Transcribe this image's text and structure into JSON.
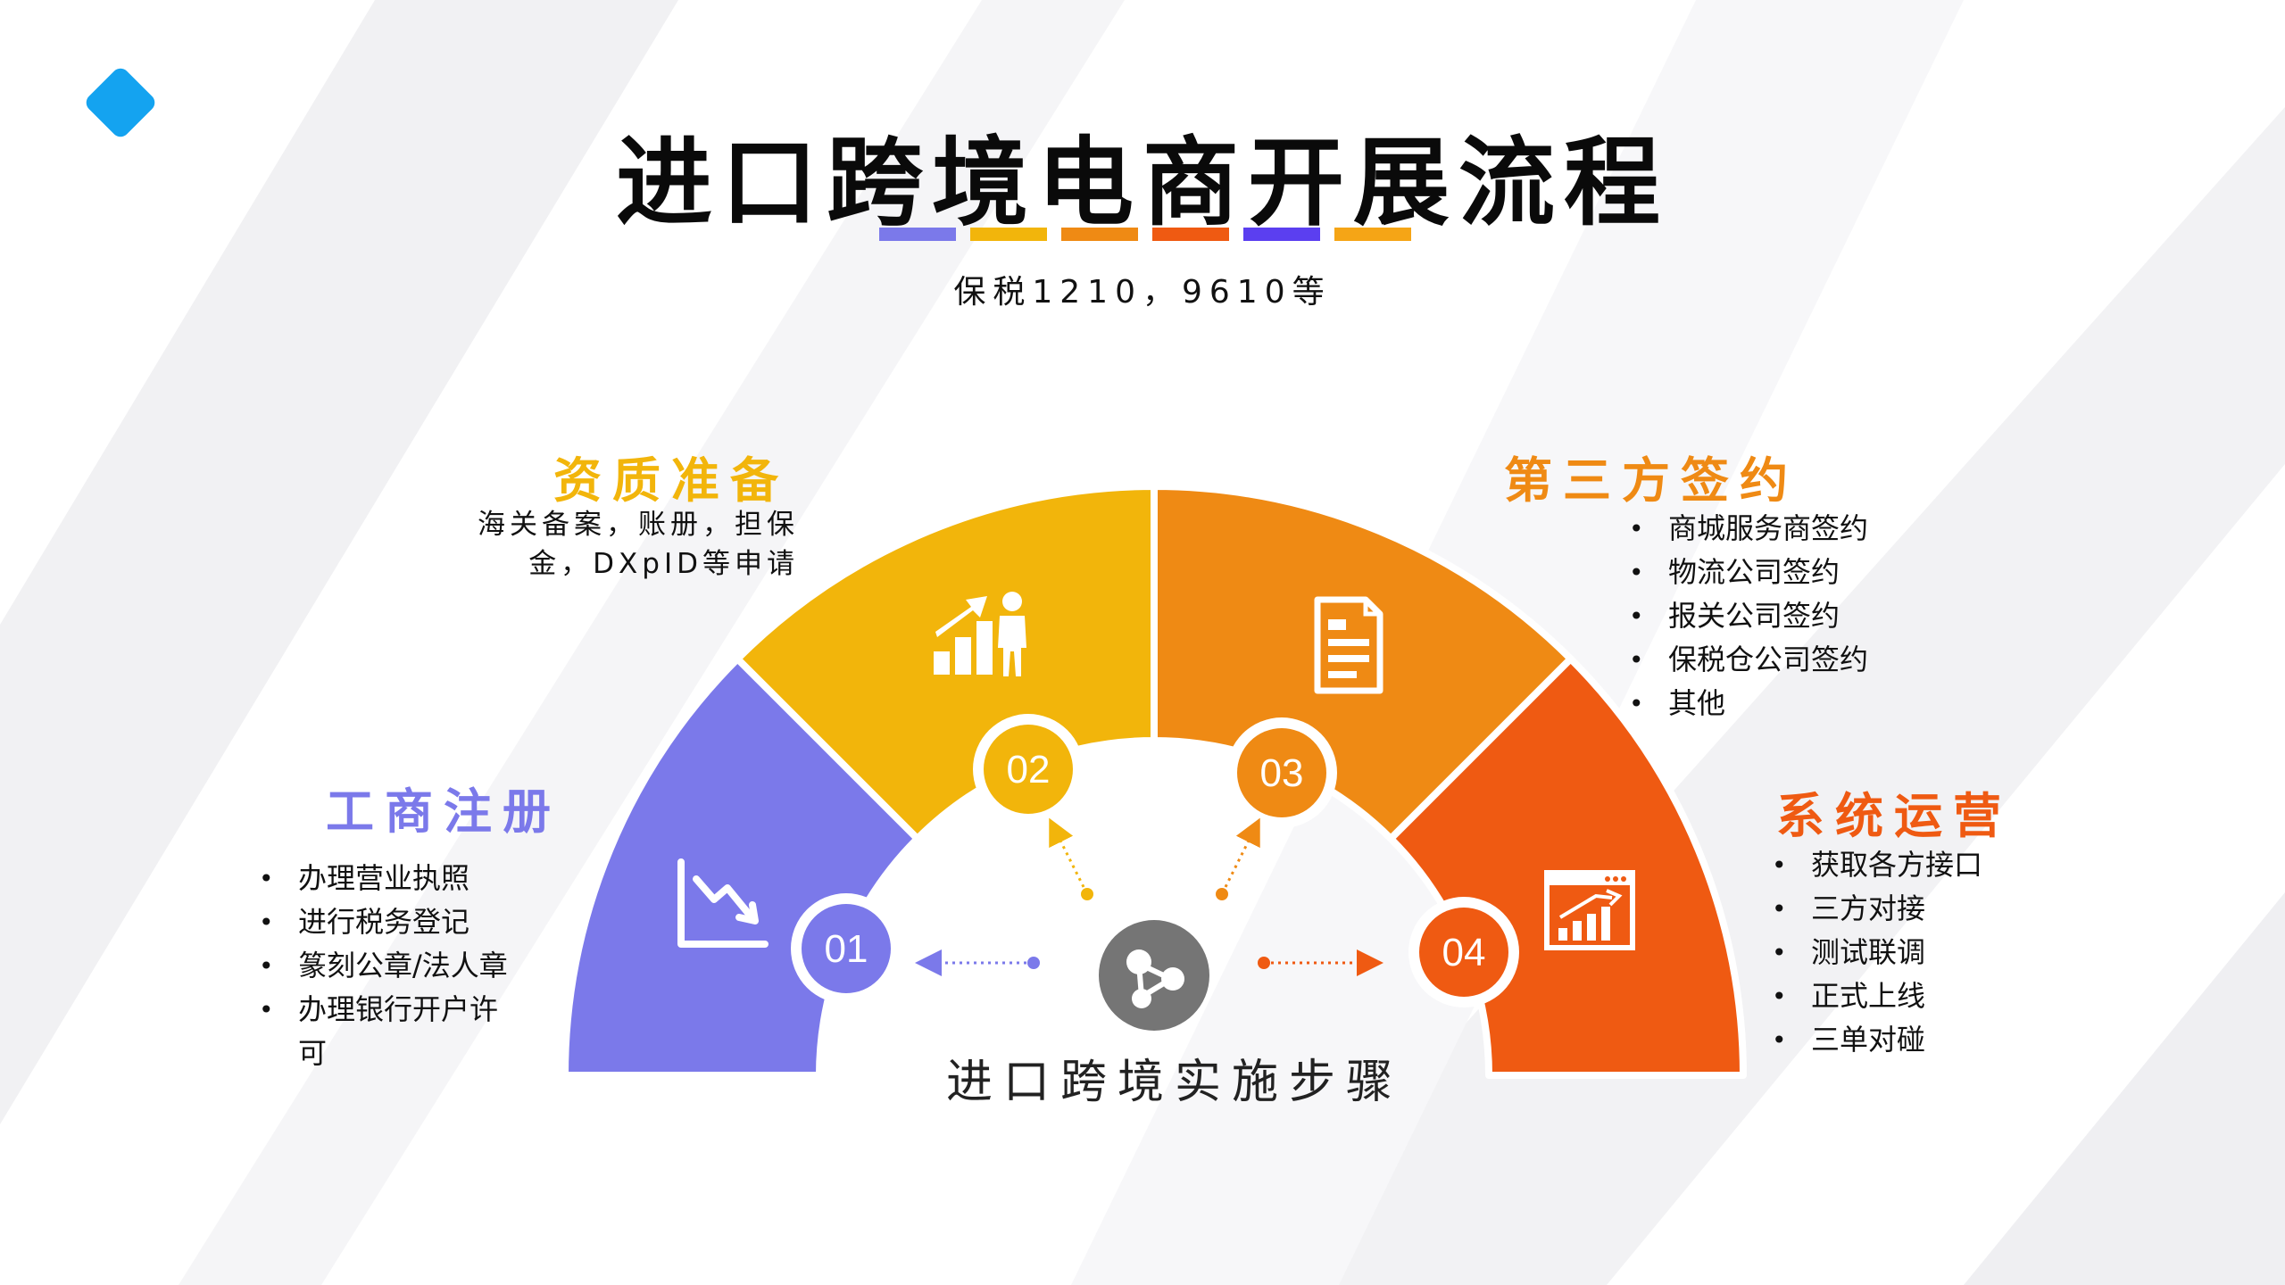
{
  "title": "进口跨境电商开展流程",
  "subtitle": "保税1210，9610等",
  "accent_bars": [
    "#7b79ea",
    "#f2b50b",
    "#ef8a14",
    "#ef5a12",
    "#5b3ff0",
    "#f5a516"
  ],
  "logo_color": "#14a3f0",
  "center_label": "进口跨境实施步骤",
  "center_icon": "share-nodes-icon",
  "steps": [
    {
      "number": "01",
      "color": "#7b79ea",
      "icon": "chart-down-icon",
      "heading": "工商注册",
      "items": [
        "办理营业执照",
        "进行税务登记",
        "篆刻公章/法人章",
        "办理银行开户许",
        "可"
      ]
    },
    {
      "number": "02",
      "color": "#f2b50b",
      "icon": "growth-person-icon",
      "heading": "资质准备",
      "desc_lines": [
        "海关备案，账册，担保",
        "金，DXpID等申请"
      ]
    },
    {
      "number": "03",
      "color": "#ef8a14",
      "icon": "document-icon",
      "heading": "第三方签约",
      "items": [
        "商城服务商签约",
        "物流公司签约",
        "报关公司签约",
        "保税仓公司签约",
        "其他"
      ]
    },
    {
      "number": "04",
      "color": "#ef5a12",
      "icon": "analytics-window-icon",
      "heading": "系统运营",
      "items": [
        "获取各方接口",
        "三方对接",
        "测试联调",
        "正式上线",
        "三单对碰"
      ]
    }
  ]
}
